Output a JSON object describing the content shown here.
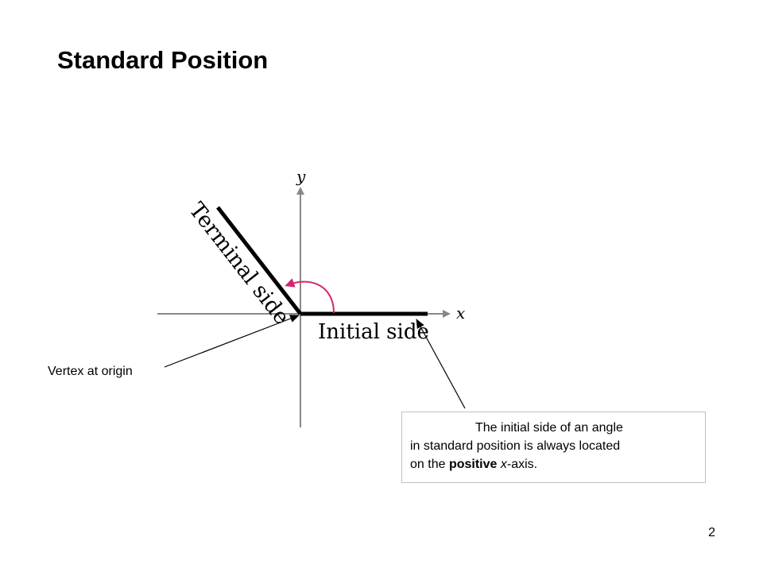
{
  "slide": {
    "title": "Standard Position",
    "page_number": "2"
  },
  "diagram": {
    "y_axis_label": "y",
    "x_axis_label": "x",
    "terminal_side_label": "Terminal side",
    "initial_side_label": "Initial side",
    "vertex_label": "Vertex at origin",
    "rotation_arrow_color": "#d6246e",
    "axis_color": "#888888",
    "side_color": "#000000"
  },
  "callout": {
    "line1": "The initial side of an angle",
    "line2": "in standard position is always located",
    "line3_pre": "on the ",
    "line3_bold": "positive",
    "line3_italic": "x",
    "line3_post": "-axis."
  }
}
